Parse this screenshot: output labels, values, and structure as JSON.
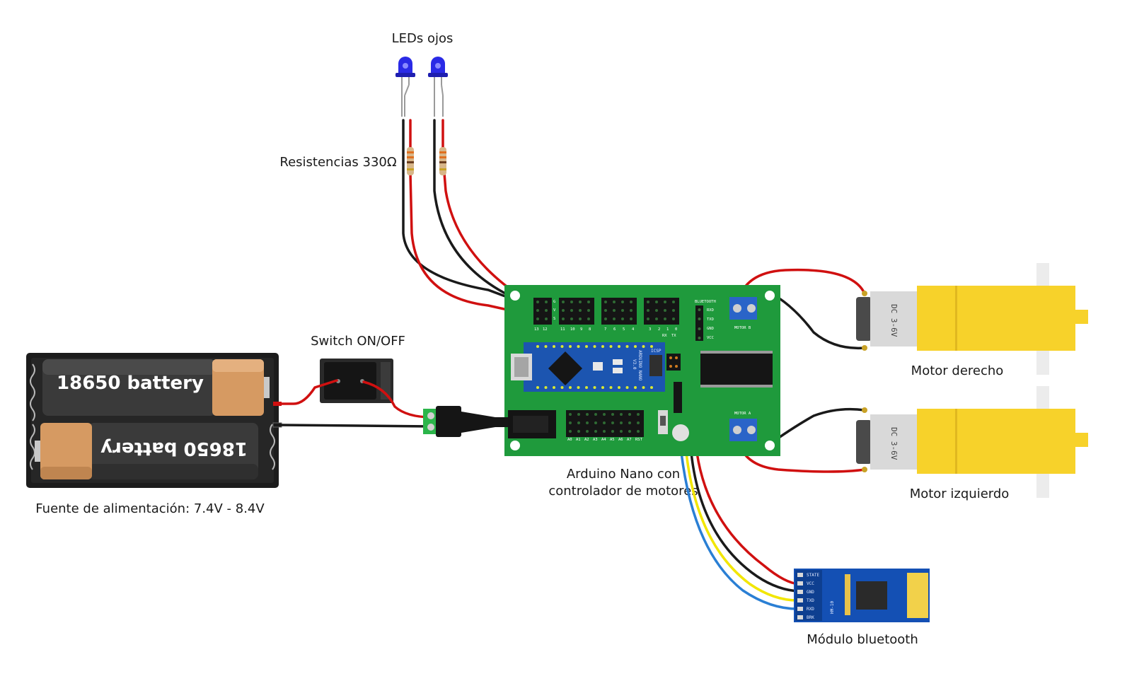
{
  "labels": {
    "leds": "LEDs ojos",
    "resistors": "Resistencias 330Ω",
    "switch": "Switch ON/OFF",
    "power": "Fuente de alimentación: 7.4V - 8.4V",
    "board_line1": "Arduino Nano con",
    "board_line2": "controlador de motores",
    "motor_right": "Motor derecho",
    "motor_left": "Motor izquierdo",
    "bluetooth": "Módulo bluetooth"
  },
  "battery": {
    "cell_top": "18650 battery",
    "cell_bottom": "18650 battery"
  },
  "motor": {
    "marking": "DC 3-6V"
  },
  "board": {
    "bluetooth_header": "BLUETOOTH",
    "bt_pins": [
      "RXD",
      "TXD",
      "GND",
      "VCC"
    ],
    "motor_b": "MOTOR B",
    "motor_a": "MOTOR A",
    "digital_top_left": [
      "13",
      "12"
    ],
    "digital_top_mid1": [
      "11",
      "10",
      "9",
      "8"
    ],
    "digital_top_mid2": [
      "7",
      "6",
      "5",
      "4"
    ],
    "digital_top_right": [
      "3",
      "2",
      "1",
      "0"
    ],
    "rx_tx": [
      "RX",
      "TX"
    ],
    "row_letters": [
      "G",
      "V",
      "S"
    ],
    "analog_bottom": [
      "A0",
      "A1",
      "A2",
      "A3",
      "A4",
      "A5",
      "A6",
      "A7",
      "RST"
    ],
    "nano_name": "ARDUINO NANO",
    "nano_version": "V3.0",
    "icsp": "ICSP"
  },
  "hm10": {
    "pins": [
      "STATE",
      "VCC",
      "GND",
      "TXD",
      "RXD",
      "BRK"
    ],
    "name": "HM-10"
  },
  "colors": {
    "wire_red": "#d01010",
    "wire_black": "#1a1a1a",
    "wire_yellow": "#f2e600",
    "wire_blue": "#2a7fd4",
    "pcb_green": "#1f9a3c",
    "nano_blue": "#1c55b0",
    "motor_yellow": "#f7d22a",
    "led_blue": "#2a2ae6",
    "hm10_blue": "#1450b4"
  }
}
